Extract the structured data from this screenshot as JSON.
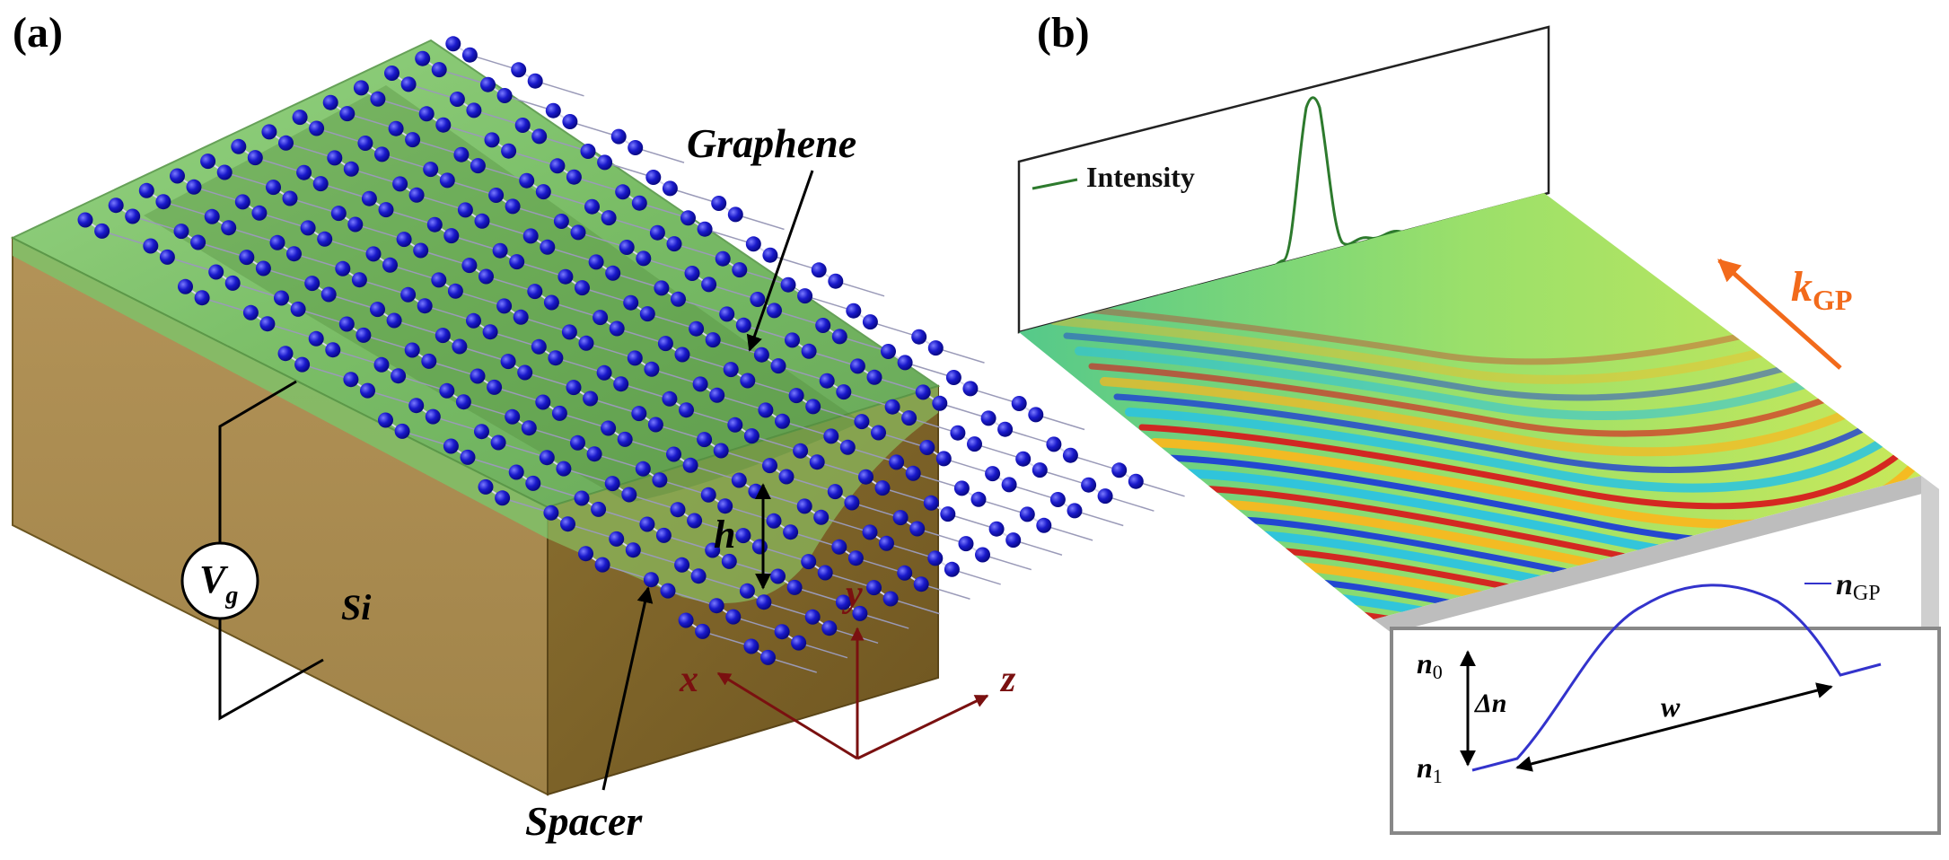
{
  "panels": {
    "a": {
      "label": "(a)"
    },
    "b": {
      "label": "(b)"
    }
  },
  "device": {
    "graphene_label": "Graphene",
    "spacer_label": "Spacer",
    "substrate_label": "Si",
    "thickness_label": "h",
    "gate_voltage": {
      "main": "V",
      "sub": "g"
    }
  },
  "axes": {
    "x_label": "x",
    "y_label": "y",
    "z_label": "z",
    "color": "#7a1010"
  },
  "field_plot": {
    "intensity_legend": "Intensity",
    "intensity_color": "#2d7a2d",
    "wave_vector": {
      "main": "k",
      "sub": "GP"
    },
    "wave_vector_color": "#f26a1b"
  },
  "index_profile": {
    "legend": {
      "main": "n",
      "sub": "GP"
    },
    "n0": {
      "main": "n",
      "sub": "0"
    },
    "n1": {
      "main": "n",
      "sub": "1"
    },
    "delta_n": "Δn",
    "width_label": "w",
    "line_color": "#3333cc"
  },
  "colors": {
    "spacer_green": "#7cc46a",
    "silicon_front": "#a88a4e",
    "silicon_side": "#7b6128",
    "atom_blue": "#1a1acc"
  }
}
